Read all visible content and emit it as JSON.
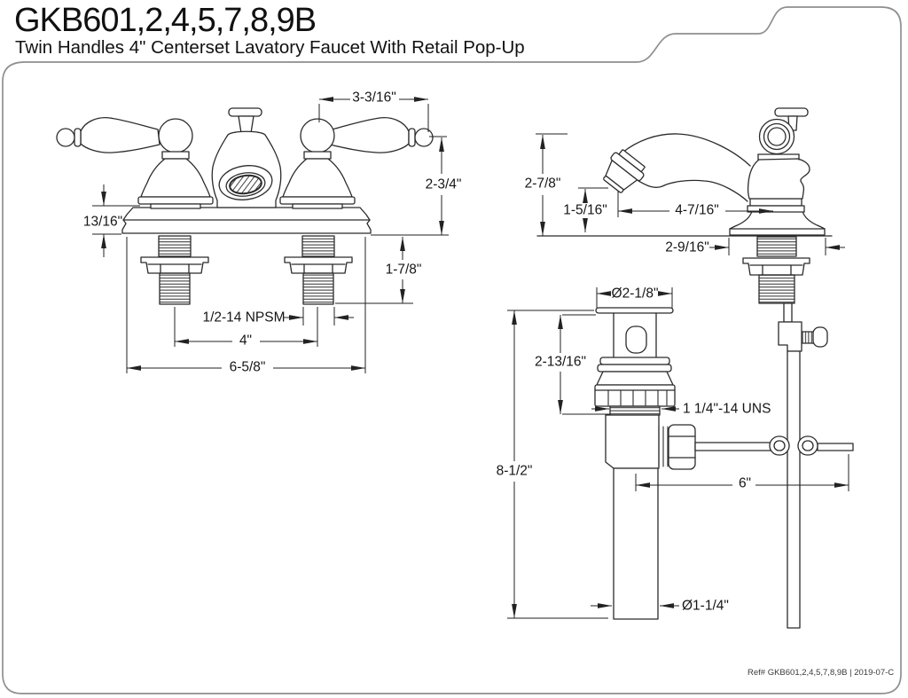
{
  "header": {
    "title": "GKB601,2,4,5,7,8,9B",
    "subtitle": "Twin Handles 4\" Centerset Lavatory Faucet With Retail Pop-Up"
  },
  "footer": {
    "ref_label": "Ref# GKB601,2,4,5,7,8,9B | 2019-07-C"
  },
  "views": {
    "front": {
      "dims": {
        "handle_span": "3-3/16\"",
        "overall_height": "2-3/4\"",
        "deck_thickness": "13/16\"",
        "shank_length": "1-7/8\"",
        "shank_thread": "1/2-14 NPSM",
        "faucet_centers": "4\"",
        "deck_width": "6-5/8\""
      }
    },
    "side": {
      "dims": {
        "spout_height": "2-7/8\"",
        "outlet_clearance": "1-5/16\"",
        "spout_reach": "4-7/16\"",
        "escutcheon_width": "2-9/16\""
      }
    },
    "drain": {
      "dims": {
        "flange_diameter": "Ø2-1/8\"",
        "body_length": "2-13/16\"",
        "drain_thread": "1 1/4\"-14 UNS",
        "overall_length": "8-1/2\"",
        "rod_length": "6\"",
        "tailpiece_diameter": "Ø1-1/4\""
      }
    }
  },
  "colors": {
    "line": "#2b2b2b",
    "dim_line": "#222222",
    "frame": "#8f8f8f",
    "text": "#111111",
    "ref_text": "#3a3a3a"
  }
}
